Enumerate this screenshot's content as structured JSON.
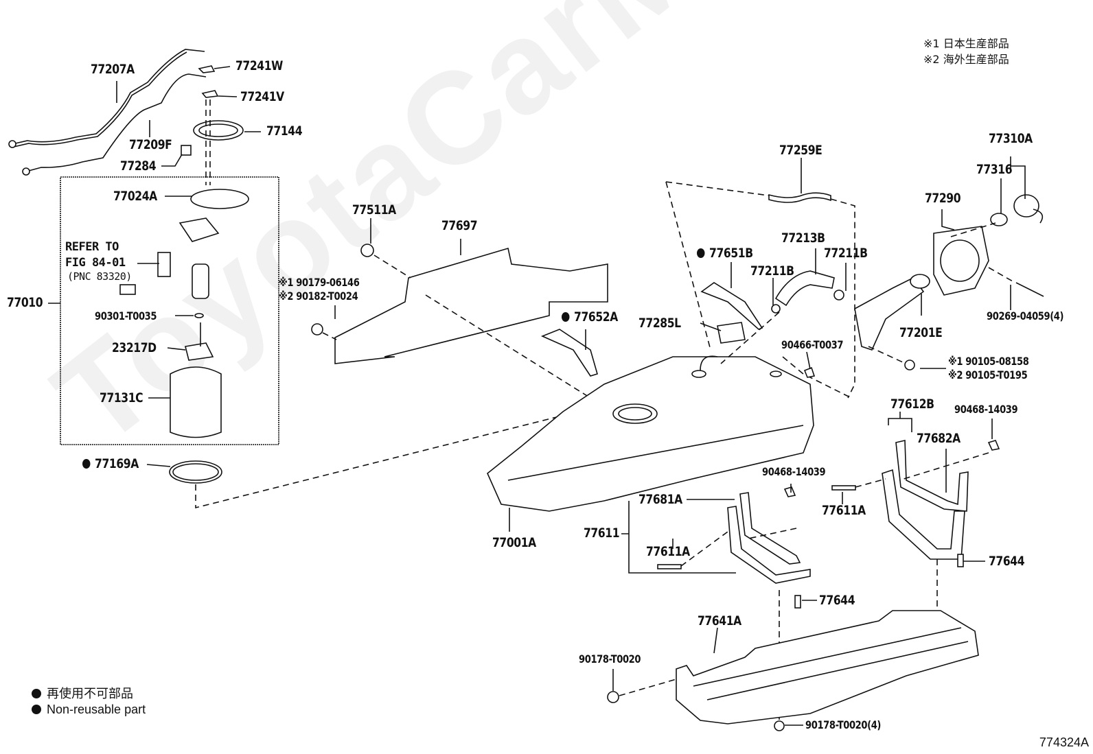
{
  "watermark": "ToyotaCarMine.ru",
  "origin_notes": [
    {
      "mark": "※1",
      "text": "日本生産部品"
    },
    {
      "mark": "※2",
      "text": "海外生産部品"
    }
  ],
  "legend": {
    "items": [
      {
        "icon": "filled-circle",
        "text": "再使用不可部品"
      },
      {
        "icon": "filled-circle",
        "text": "Non-reusable part"
      }
    ]
  },
  "figure_id": "774324A",
  "refer_note": {
    "line1": "REFER TO",
    "line2": "FIG 84-01",
    "line3": "(PNC 83320)"
  },
  "labels": {
    "p77207A": "77207A",
    "p77241W": "77241W",
    "p77241V": "77241V",
    "p77144": "77144",
    "p77209F": "77209F",
    "p77284": "77284",
    "p77024A": "77024A",
    "p77010": "77010",
    "p90301": "90301-T0035",
    "p23217D": "23217D",
    "p77131C": "77131C",
    "p77169A": "77169A",
    "p77511A": "77511A",
    "p77697": "77697",
    "p90179": "※1 90179-06146",
    "p90182": "※2 90182-T0024",
    "p77652A": "77652A",
    "p77651B": "77651B",
    "p77259E": "77259E",
    "p77213B": "77213B",
    "p77211B_1": "77211B",
    "p77211B_2": "77211B",
    "p77285L": "77285L",
    "p90466": "90466-T0037",
    "p77310A": "77310A",
    "p77316": "77316",
    "p77290": "77290",
    "p77201E": "77201E",
    "p90269": "90269-04059(4)",
    "p90105a": "※1 90105-08158",
    "p90105b": "※2 90105-T0195",
    "p77612B": "77612B",
    "p90468_1": "90468-14039",
    "p77682A": "77682A",
    "p90468_2": "90468-14039",
    "p77681A": "77681A",
    "p77611": "77611",
    "p77611A_1": "77611A",
    "p77611A_2": "77611A",
    "p77001A": "77001A",
    "p77644_1": "77644",
    "p77644_2": "77644",
    "p77641A": "77641A",
    "p90178_1": "90178-T0020",
    "p90178_2": "90178-T0020(4)"
  },
  "non_reusable_parts": [
    "77169A",
    "77651B",
    "77652A"
  ]
}
